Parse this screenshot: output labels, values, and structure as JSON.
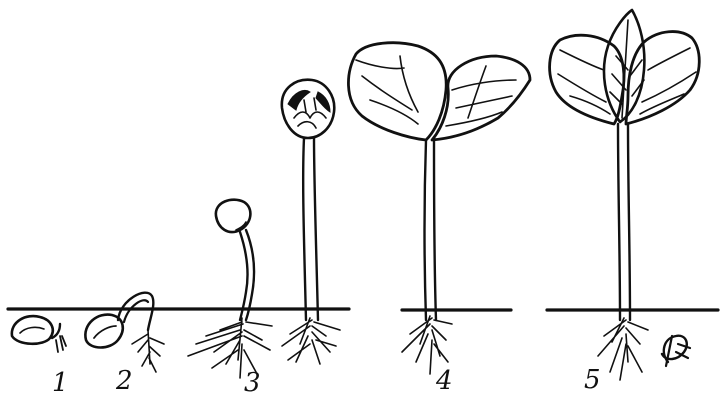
{
  "figure": {
    "stage_labels": [
      "1",
      "2",
      "3",
      "4",
      "5"
    ],
    "signature_mark": "monogram"
  },
  "colors": {
    "ink": "#111111",
    "paper": "#ffffff"
  }
}
